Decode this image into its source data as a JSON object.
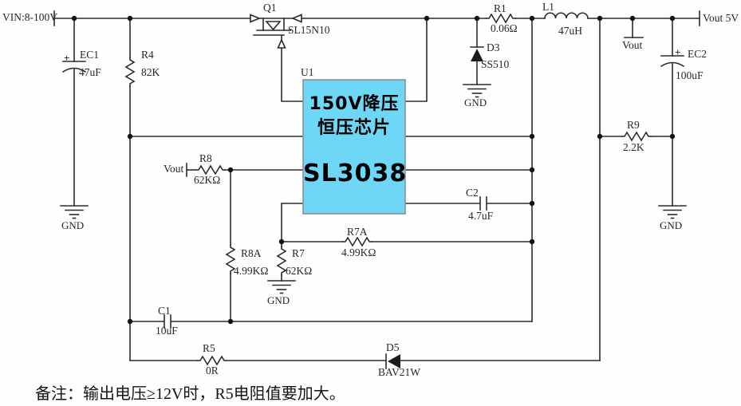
{
  "power": {
    "vin_label": "VIN:8-100V",
    "vout_label": "Vout 5V"
  },
  "chip": {
    "ref": "U1",
    "line1": "150V降压",
    "line2": "恒压芯片",
    "part": "SL3038",
    "fill": "#6fd7f6"
  },
  "components": {
    "ec1": {
      "ref": "EC1",
      "value": "47uF"
    },
    "r4": {
      "ref": "R4",
      "value": "82K"
    },
    "q1": {
      "ref": "Q1",
      "value": "SL15N10"
    },
    "d3": {
      "ref": "D3",
      "value": "SS510"
    },
    "r1": {
      "ref": "R1",
      "value": "0.06Ω"
    },
    "l1": {
      "ref": "L1",
      "value": "47uH"
    },
    "ec2": {
      "ref": "EC2",
      "value": "100uF"
    },
    "r9": {
      "ref": "R9",
      "value": "2.2K"
    },
    "r8": {
      "ref": "R8",
      "value": "62KΩ"
    },
    "r8a": {
      "ref": "R8A",
      "value": "4.99KΩ"
    },
    "r7": {
      "ref": "R7",
      "value": "62KΩ"
    },
    "r7a": {
      "ref": "R7A",
      "value": "4.99KΩ"
    },
    "c2": {
      "ref": "C2",
      "value": "4.7uF"
    },
    "c1": {
      "ref": "C1",
      "value": "10uF"
    },
    "r5": {
      "ref": "R5",
      "value": "0R"
    },
    "d5": {
      "ref": "D5",
      "value": "BAV21W"
    }
  },
  "nets": {
    "gnd": "GND",
    "vout": "Vout",
    "plus": "+"
  },
  "note": "备注：输出电压≥12V时，R5电阻值要加大。"
}
